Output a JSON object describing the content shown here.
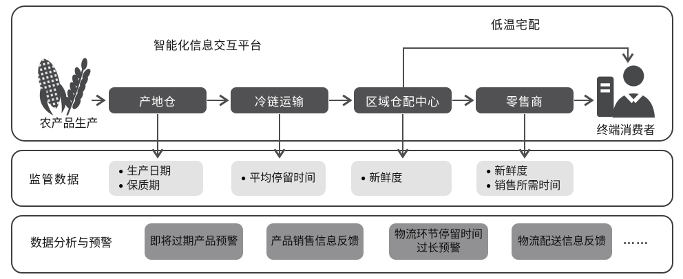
{
  "colors": {
    "node_fill": "#515153",
    "node_text": "#ffffff",
    "data_box_fill": "#e3e3e3",
    "alert_box_fill": "#919193",
    "panel_border": "#3d3d3d",
    "connector_line": "#4d4d4d"
  },
  "flow_panel": {
    "platform_label": "智能化信息交互平台",
    "cold_delivery_label": "低温宅配",
    "producer": {
      "icon": "corn-wheat-icon",
      "label": "农产品生产"
    },
    "consumer": {
      "icon": "business-person-icon",
      "label": "终端消费者"
    },
    "nodes": [
      {
        "label": "产地仓"
      },
      {
        "label": "冷链运输"
      },
      {
        "label": "区域仓配中心"
      },
      {
        "label": "零售商"
      }
    ]
  },
  "supervision_panel": {
    "title": "监管数据",
    "boxes": [
      {
        "items": [
          "生产日期",
          "保质期"
        ]
      },
      {
        "items": [
          "平均停留时间"
        ]
      },
      {
        "items": [
          "新鲜度"
        ]
      },
      {
        "items": [
          "新鲜度",
          "销售所需时间"
        ]
      }
    ]
  },
  "analysis_panel": {
    "title": "数据分析与预警",
    "boxes": [
      {
        "lines": [
          "即将过期产品预警"
        ]
      },
      {
        "lines": [
          "产品销售信息反馈"
        ]
      },
      {
        "lines": [
          "物流环节停留时间",
          "过长预警"
        ]
      },
      {
        "lines": [
          "物流配送信息反馈"
        ]
      }
    ],
    "ellipsis": "……"
  }
}
